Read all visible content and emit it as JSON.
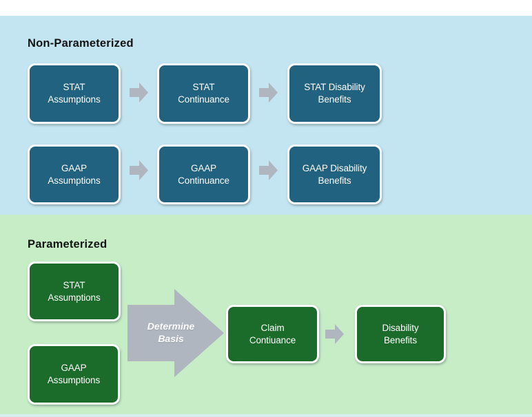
{
  "colors": {
    "page_bg": "#FFFFFF",
    "blue_section_bg": "#C3E4F1",
    "green_section_bg": "#C7EDC7",
    "bottom_strip": "#D6EFEF",
    "teal_box": "#20627F",
    "green_box": "#1B6B2B",
    "arrow_gray": "#AFB6C0",
    "box_text": "#FFFFFF",
    "title_text": "#141414"
  },
  "non_parameterized": {
    "title": "Non-Parameterized",
    "stat_row": [
      "STAT\nAssumptions",
      "STAT\nContinuance",
      "STAT Disability\nBenefits"
    ],
    "gaap_row": [
      "GAAP\nAssumptions",
      "GAAP\nContinuance",
      "GAAP Disability\nBenefits"
    ]
  },
  "parameterized": {
    "title": "Parameterized",
    "input_boxes": [
      "STAT\nAssumptions",
      "GAAP\nAssumptions"
    ],
    "decision_arrow_label": "Determine\nBasis",
    "flow_boxes": [
      "Claim\nContiuance",
      "Disability\nBenefits"
    ]
  }
}
